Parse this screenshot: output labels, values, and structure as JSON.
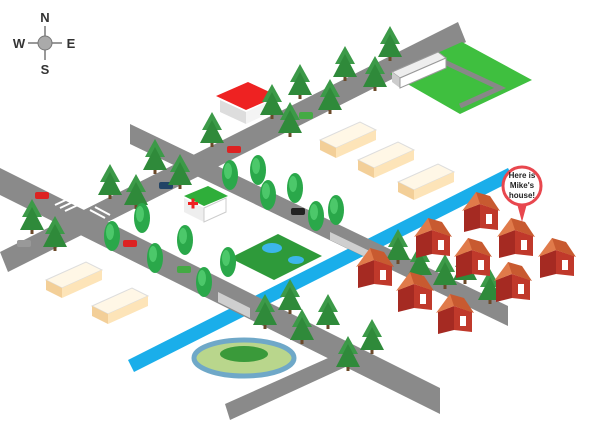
{
  "compass": {
    "north": "N",
    "south": "S",
    "east": "E",
    "west": "W"
  },
  "callout": {
    "line1": "Here is",
    "line2": "Mike's",
    "line3": "house!"
  },
  "colors": {
    "road": "#8a8a8a",
    "river": "#1aaeea",
    "grass": "#3fbf3f",
    "tree": "#2f8a3a",
    "house_wall": "#c0392b",
    "house_roof": "#e07a4a",
    "callout_ring": "#e8474e",
    "bungalow": "#fde4b8"
  }
}
